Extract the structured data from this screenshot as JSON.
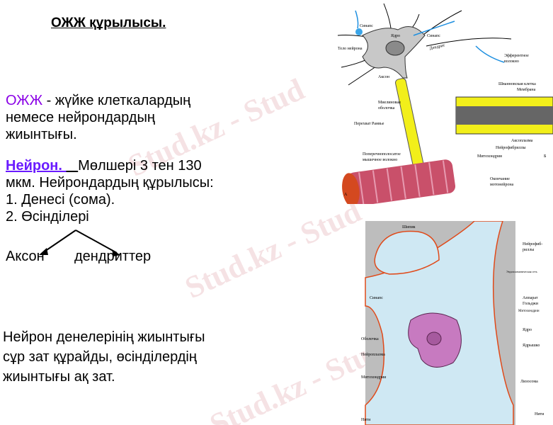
{
  "slide": {
    "title": "ОЖЖ құрылысы.",
    "definition": {
      "term": "ОЖЖ",
      "rest_line1": " -  жүйке клеткалардың",
      "line2": "немесе нейрондардың",
      "line3": "жиынтығы."
    },
    "neuron": {
      "term": "Нейрон. ",
      "line1_rest": "Мөлшері 3 тен 130",
      "line2": "мкм. Нейрондардың құрылысы:",
      "item1": "1. Денесі (сома).",
      "item2": "2. Өсінділері",
      "branch_left": "Аксон",
      "branch_right": "дендриттер"
    },
    "bottom": {
      "line1": "Нейрон денелерінің жиынтығы",
      "line2": "сұр зат құрайды, өсінділердің",
      "line3": "жиынтығы ақ зат."
    },
    "watermark": "Stud.kz - Stud"
  },
  "figure_top": {
    "labels": [
      "Синапс",
      "Ядро",
      "Синапс",
      "Тело нейрона",
      "Дендрит",
      "Эфферентное",
      "волокно",
      "Аксон",
      "Миелиновая",
      "оболочка",
      "Перехват Ранвье",
      "Поперечнополосатое",
      "мышечное волокно",
      "Окончание",
      "мотонейрона",
      "Шванновская клетка",
      "Мембрана",
      "Аксоплазма",
      "Нейрофибриллы",
      "Митохондрия",
      "А",
      "Б"
    ]
  },
  "figure_bottom": {
    "labels": [
      "Шипик",
      "Нейрофиб-",
      "риллы",
      "Эндоплазматическая сеть",
      "Синапс",
      "Аппарат",
      "Гольджи",
      "Митохондрии",
      "Ядро",
      "Оболочка",
      "Ядрышко",
      "Нейроплазма",
      "Митохондрии",
      "Лизосома",
      "Нити",
      "Нити"
    ]
  },
  "colors": {
    "accent_purple": "#8a00e6",
    "link_purple": "#6a1bff",
    "myelin_yellow": "#f2ef1a",
    "cytoplasm_blue": "#cfe8f3",
    "membrane_orange": "#e04a1a",
    "nucleus_pink": "#c77ac0"
  }
}
